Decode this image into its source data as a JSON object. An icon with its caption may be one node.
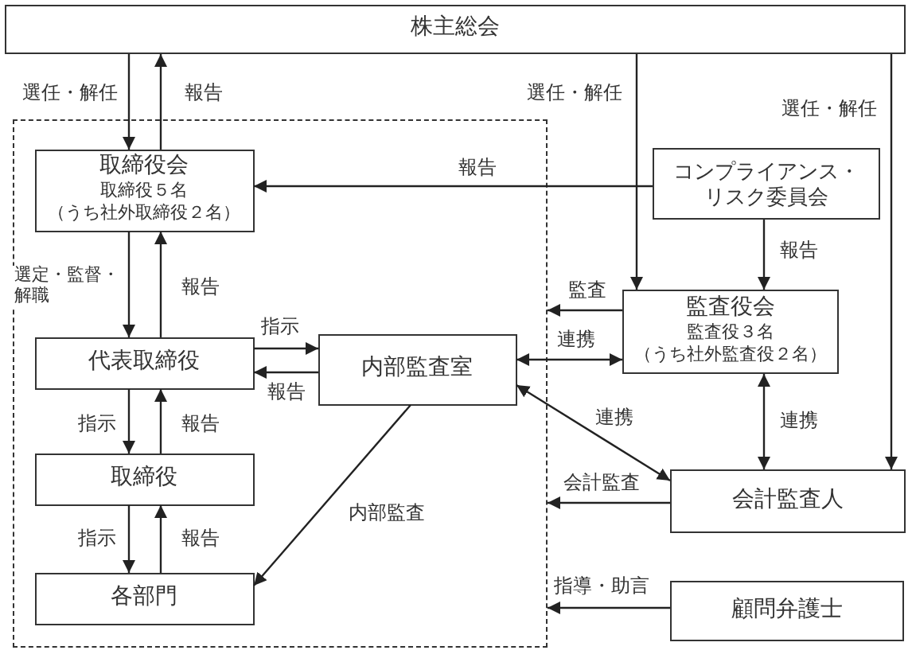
{
  "diagram": {
    "nodes": [
      {
        "text": [
          "株主総会"
        ]
      },
      {
        "text": [],
        "shape": "box"
      },
      {
        "text": [
          "取締役会",
          "取締役５名",
          "（うち社外取締役２名）"
        ],
        "in": 1
      },
      {
        "text": [
          "代表取締役"
        ],
        "in": 1
      },
      {
        "text": [
          "取締役"
        ],
        "in": 1
      },
      {
        "text": [
          "各部門"
        ],
        "in": 1
      },
      {
        "text": [
          "内部監査室"
        ],
        "in": 1
      },
      {
        "text": [
          "コンプライアンス・リスク委員会"
        ]
      },
      {
        "text": [
          "監査役会",
          "監査役３名",
          "（うち社外監査役２名）"
        ]
      },
      {
        "text": [
          "会計監査人"
        ]
      },
      {
        "text": [
          "顧問弁護士"
        ]
      }
    ],
    "edges": [
      {
        "from": 0,
        "to": 2,
        "arrow": "to",
        "label": "選任・解任"
      },
      {
        "from": 2,
        "to": 0,
        "arrow": "to",
        "label": "報告"
      },
      {
        "from": 7,
        "to": 2,
        "arrow": "to",
        "label": "報告"
      },
      {
        "from": 0,
        "to": 8,
        "arrow": "to",
        "label": "選任・解任"
      },
      {
        "from": 0,
        "to": 9,
        "arrow": "to",
        "label": "選任・解任"
      },
      {
        "from": 7,
        "to": 8,
        "arrow": "to",
        "label": "報告"
      },
      {
        "from": 8,
        "to": 1,
        "arrow": "to",
        "label": "監査"
      },
      {
        "from": 2,
        "to": 3,
        "arrow": "to",
        "label": "選定・監督・解職"
      },
      {
        "from": 3,
        "to": 2,
        "arrow": "to",
        "label": "報告"
      },
      {
        "from": 3,
        "to": 6,
        "arrow": "to",
        "label": "指示"
      },
      {
        "from": 6,
        "to": 3,
        "arrow": "to",
        "label": "報告"
      },
      {
        "from": 6,
        "to": 8,
        "arrow": "both",
        "label": "連携"
      },
      {
        "from": 3,
        "to": 4,
        "arrow": "to",
        "label": "指示"
      },
      {
        "from": 4,
        "to": 3,
        "arrow": "to",
        "label": "報告"
      },
      {
        "from": 4,
        "to": 5,
        "arrow": "to",
        "label": "指示"
      },
      {
        "from": 5,
        "to": 4,
        "arrow": "to",
        "label": "報告"
      },
      {
        "from": 6,
        "to": 5,
        "arrow": "to",
        "label": "内部監査"
      },
      {
        "from": 6,
        "to": 9,
        "arrow": "both",
        "label": "連携"
      },
      {
        "from": 8,
        "to": 9,
        "arrow": "both",
        "label": "連携"
      },
      {
        "from": 9,
        "to": 1,
        "arrow": "to",
        "label": "会計監査"
      },
      {
        "from": 10,
        "to": 1,
        "arrow": "to",
        "label": "指導・助言"
      }
    ]
  }
}
